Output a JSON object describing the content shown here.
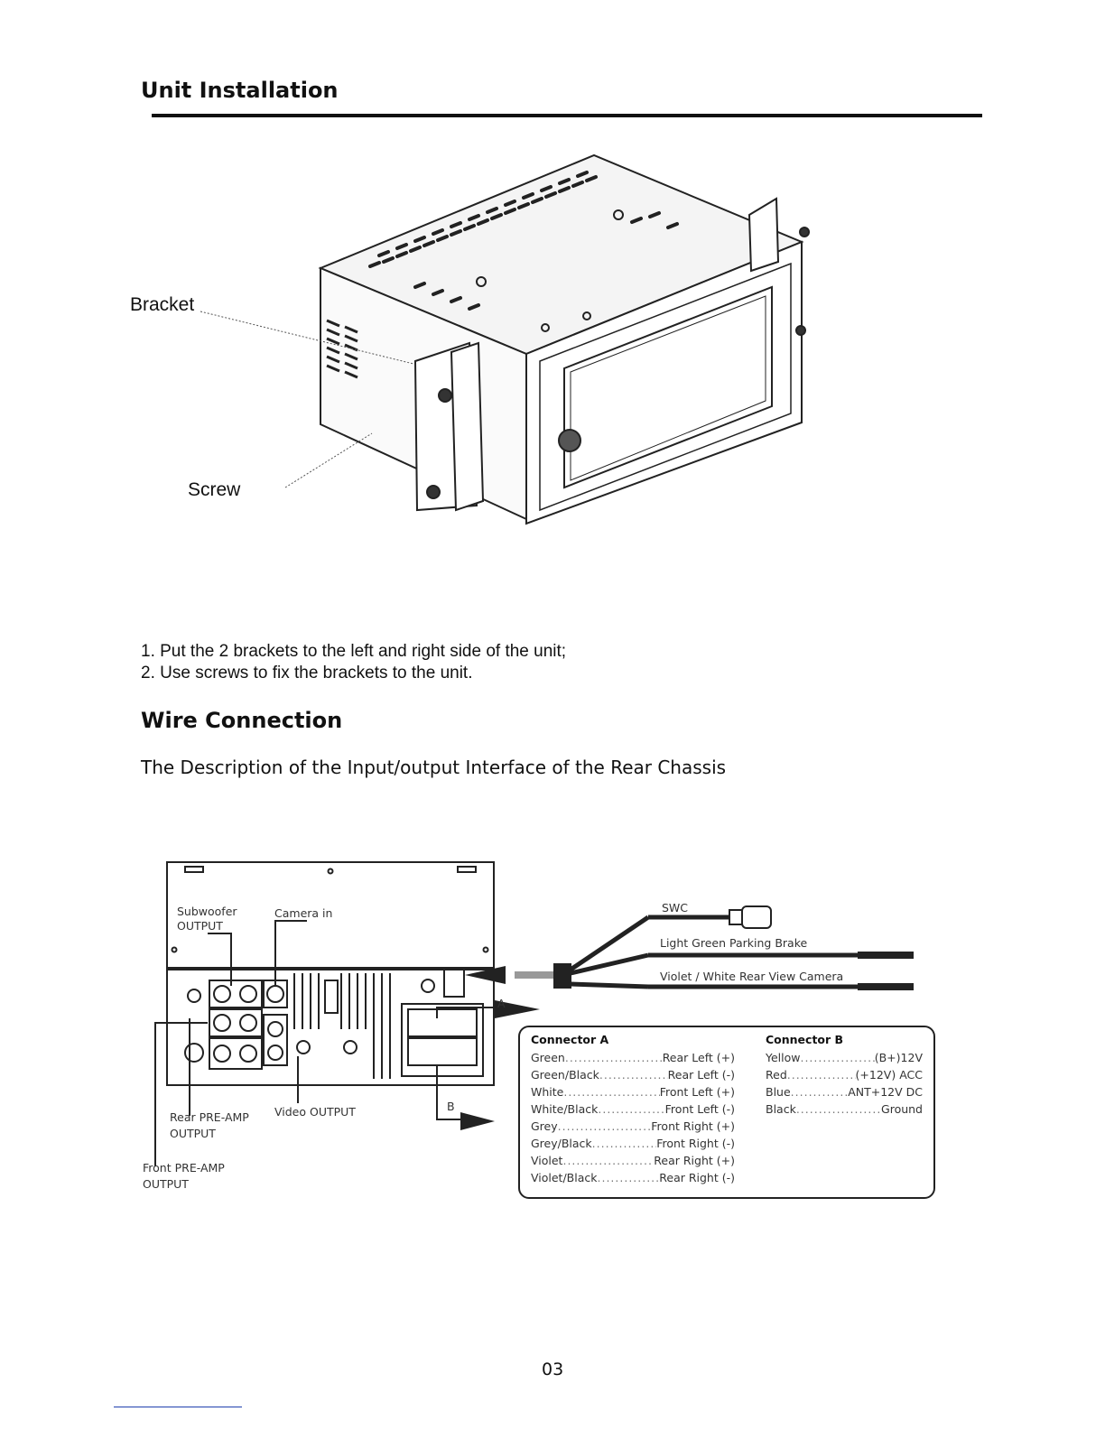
{
  "unit_installation": {
    "title": "Unit Installation",
    "bracket_label": "Bracket",
    "screw_label": "Screw",
    "steps": [
      "1. Put the 2 brackets to the left and right side of the unit;",
      "2. Use screws to fix the brackets to the unit."
    ]
  },
  "wire_connection": {
    "title": "Wire Connection",
    "description": "The Description of the Input/output Interface of the Rear Chassis",
    "chassis_labels": {
      "subwoofer": "Subwoofer",
      "subwoofer_output": "OUTPUT",
      "camera_in": "Camera in",
      "rear_preamp": "Rear PRE-AMP",
      "rear_preamp_output": "OUTPUT",
      "video_output": "Video OUTPUT",
      "front_preamp": "Front PRE-AMP",
      "front_preamp_output": "OUTPUT",
      "arrow_a": "A",
      "arrow_b": "B"
    },
    "wires": {
      "swc": "SWC",
      "parking_brake": "Light Green Parking Brake",
      "rear_view_camera": "Violet / White Rear View Camera"
    },
    "connector_a": {
      "title": "Connector A",
      "rows": [
        {
          "color": "Green",
          "function": "Rear Left (+)"
        },
        {
          "color": "Green/Black",
          "function": "Rear Left (-)"
        },
        {
          "color": "White",
          "function": "Front Left (+)"
        },
        {
          "color": "White/Black",
          "function": "Front Left (-)"
        },
        {
          "color": "Grey",
          "function": "Front Right (+)"
        },
        {
          "color": "Grey/Black",
          "function": "Front Right (-)"
        },
        {
          "color": "Violet",
          "function": "Rear Right (+)"
        },
        {
          "color": "Violet/Black",
          "function": "Rear Right (-)"
        }
      ]
    },
    "connector_b": {
      "title": "Connector B",
      "rows": [
        {
          "color": "Yellow",
          "function": "(B+)12V"
        },
        {
          "color": "Red",
          "function": "(+12V) ACC"
        },
        {
          "color": "Blue",
          "function": "ANT+12V DC"
        },
        {
          "color": "Black",
          "function": "Ground"
        }
      ]
    }
  },
  "page_number": "03"
}
